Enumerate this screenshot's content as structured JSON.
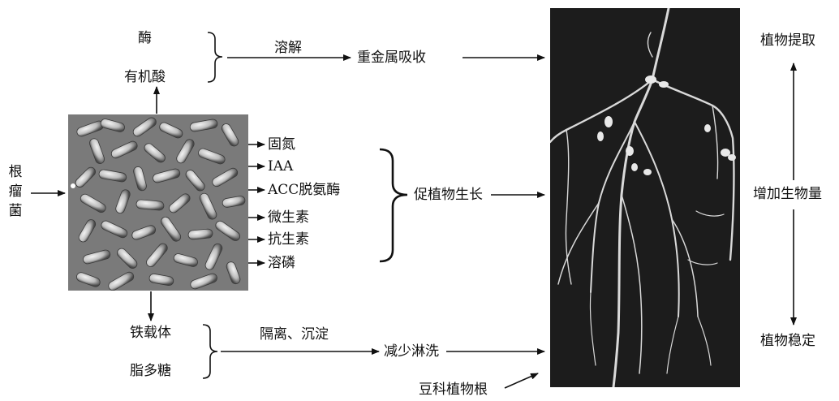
{
  "rhizobium_label": [
    "根",
    "瘤",
    "菌"
  ],
  "top_group": {
    "items": [
      "酶",
      "有机酸"
    ],
    "action": "溶解",
    "result": "重金属吸收"
  },
  "middle_group": {
    "items": [
      "固氮",
      "IAA",
      "ACC脱氨酶",
      "微生素",
      "抗生素",
      "溶磷"
    ],
    "result": "促植物生长"
  },
  "bottom_group": {
    "items": [
      "铁载体",
      "脂多糖"
    ],
    "action": "隔离、沉淀",
    "result": "减少淋洗"
  },
  "root_caption": "豆科植物根",
  "outcomes": {
    "top": "植物提取",
    "middle": "增加生物量",
    "bottom": "植物稳定"
  }
}
